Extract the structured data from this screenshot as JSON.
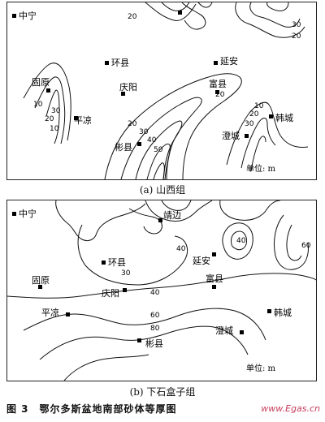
{
  "panel_a": {
    "caption": "(a) 山西组",
    "unit": "单位: m",
    "cities": [
      {
        "name": "中宁",
        "id": "zhongning"
      },
      {
        "name": "环县",
        "id": "huanxian"
      },
      {
        "name": "延安",
        "id": "yanan"
      },
      {
        "name": "固原",
        "id": "guyuan"
      },
      {
        "name": "庆阳",
        "id": "qingyang"
      },
      {
        "name": "富县",
        "id": "fuxian"
      },
      {
        "name": "平凉",
        "id": "pingliang"
      },
      {
        "name": "韩城",
        "id": "hancheng"
      },
      {
        "name": "澄城",
        "id": "chengcheng"
      },
      {
        "name": "彬县",
        "id": "binxian"
      }
    ],
    "contour_labels": [
      "20",
      "30",
      "20",
      "10",
      "10",
      "20",
      "30",
      "20",
      "30",
      "40",
      "50",
      "30",
      "20",
      "10",
      "20"
    ]
  },
  "panel_b": {
    "caption": "(b) 下石盒子组",
    "unit": "单位: m",
    "cities": [
      {
        "name": "中宁",
        "id": "zhongning"
      },
      {
        "name": "靖边",
        "id": "jingbian"
      },
      {
        "name": "环县",
        "id": "huanxian"
      },
      {
        "name": "延安",
        "id": "yanan"
      },
      {
        "name": "固原",
        "id": "guyuan"
      },
      {
        "name": "庆阳",
        "id": "qingyang"
      },
      {
        "name": "富县",
        "id": "fuxian"
      },
      {
        "name": "平凉",
        "id": "pingliang"
      },
      {
        "name": "韩城",
        "id": "hancheng"
      },
      {
        "name": "澄城",
        "id": "chengcheng"
      },
      {
        "name": "彬县",
        "id": "binxian"
      }
    ],
    "contour_labels": [
      "40",
      "30",
      "40",
      "60",
      "80",
      "40",
      "60"
    ]
  },
  "figure_title": "图 3　鄂尔多斯盆地南部砂体等厚图",
  "watermark": "www.Egas.cn"
}
